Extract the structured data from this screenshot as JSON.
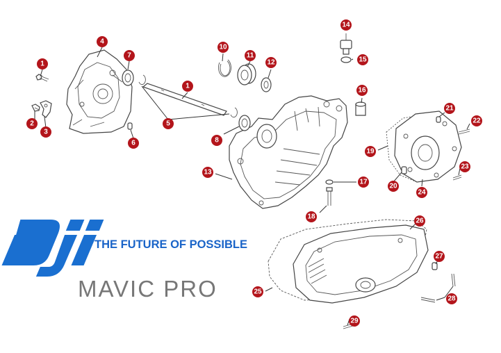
{
  "brand": {
    "logo_text": "dji",
    "tagline": "THE FUTURE OF POSSIBLE",
    "product": "MAVIC PRO",
    "tagline_color": "#1a64c8",
    "logo_color": "#1a6fd0",
    "product_color": "#777777"
  },
  "callout_color": "#b3151b",
  "callouts": [
    "1",
    "2",
    "3",
    "4",
    "7",
    "1",
    "5",
    "6",
    "10",
    "11",
    "12",
    "8",
    "14",
    "15",
    "16",
    "13",
    "17",
    "18",
    "21",
    "22",
    "19",
    "20",
    "24",
    "23",
    "26",
    "27",
    "25",
    "28",
    "29"
  ]
}
